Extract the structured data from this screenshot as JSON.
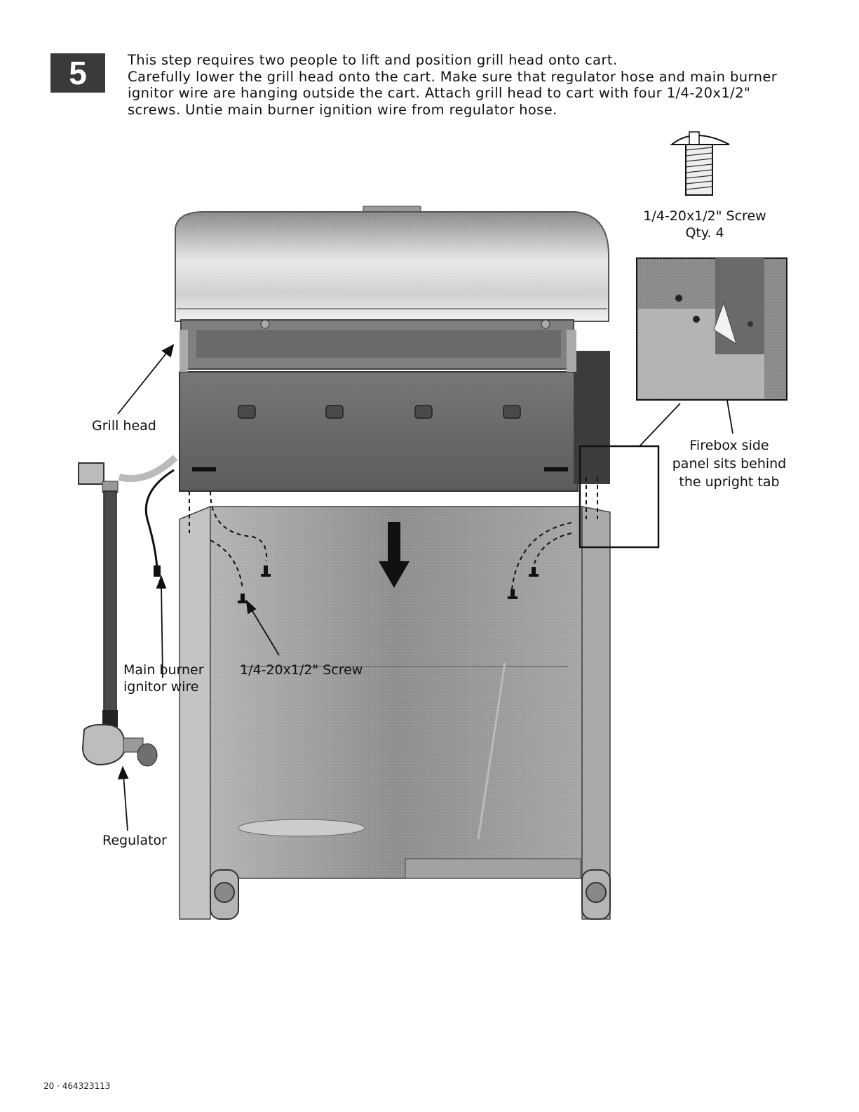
{
  "step": {
    "number": "5"
  },
  "instructions": {
    "line1": "This step requires two people to lift and position grill head onto cart.",
    "line2": "Carefully lower the grill head onto the cart. Make sure that regulator hose and main burner ignitor wire are hanging outside the cart. Attach grill head to cart with four 1/4-20x1/2\" screws. Untie main burner ignition wire from regulator hose."
  },
  "hardware": {
    "name": "1/4-20x1/2\" Screw",
    "qty": "Qty. 4"
  },
  "callouts": {
    "grill_head": "Grill head",
    "ignitor_wire_1": "Main burner",
    "ignitor_wire_2": "ignitor wire",
    "regulator": "Regulator",
    "screw": "1/4-20x1/2\" Screw",
    "firebox_1": "Firebox side",
    "firebox_2": "panel sits behind",
    "firebox_3": "the upright tab"
  },
  "footer": {
    "page": "20 · 464323113"
  },
  "colors": {
    "badge": "#3a3a3a",
    "metal_light": "#c8c8c8",
    "metal_dark": "#6e6e6e",
    "cart": "#9a9a9a"
  }
}
